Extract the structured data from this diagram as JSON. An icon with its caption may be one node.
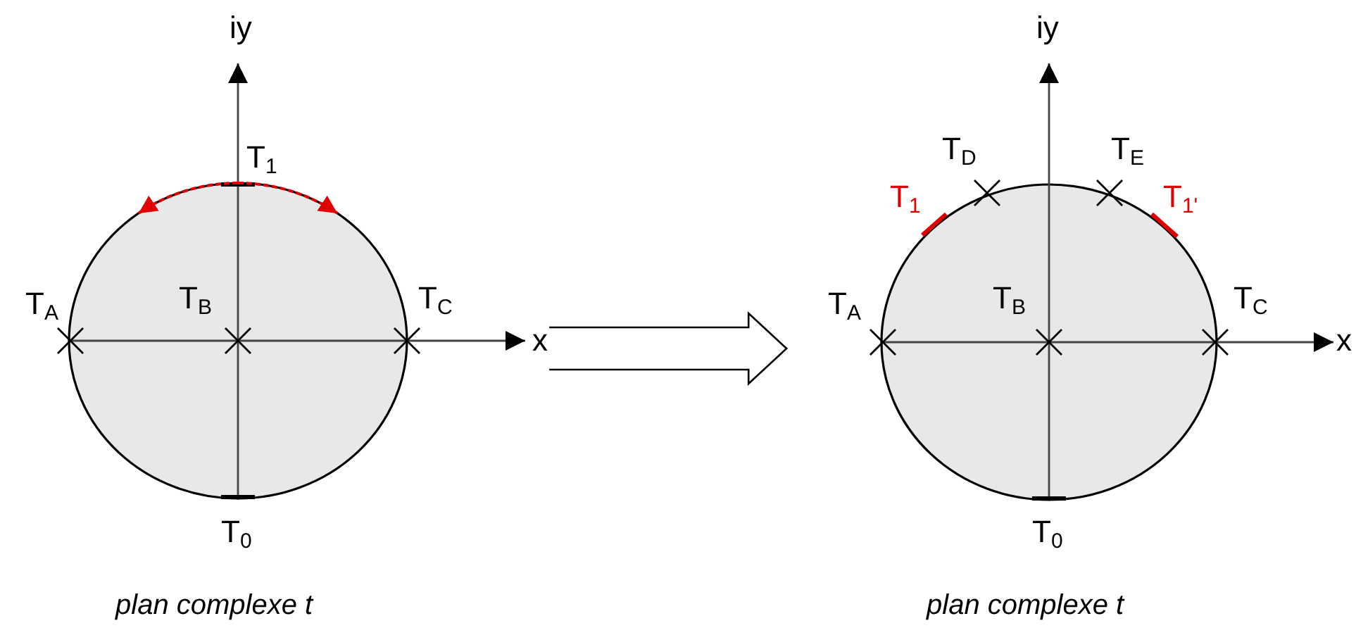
{
  "diagram": {
    "nodes": [
      {
        "text": [],
        "shape": "circle"
      },
      {
        "text": [],
        "shape": "circle"
      }
    ],
    "labels": [
      "iy",
      "T$_{1}$",
      "T$_{A}$",
      "T$_{B}$",
      "T$_{C}$",
      "x",
      "T$_{0}$",
      "plan complexe t",
      "iy",
      "T$_{D}$",
      "T$_{E}$",
      "T$_{1}$",
      "T$_{1'}$",
      "T$_{A}$",
      "T$_{B}$",
      "T$_{C}$",
      "x",
      "T$_{0}$",
      "plan complexe t"
    ]
  }
}
